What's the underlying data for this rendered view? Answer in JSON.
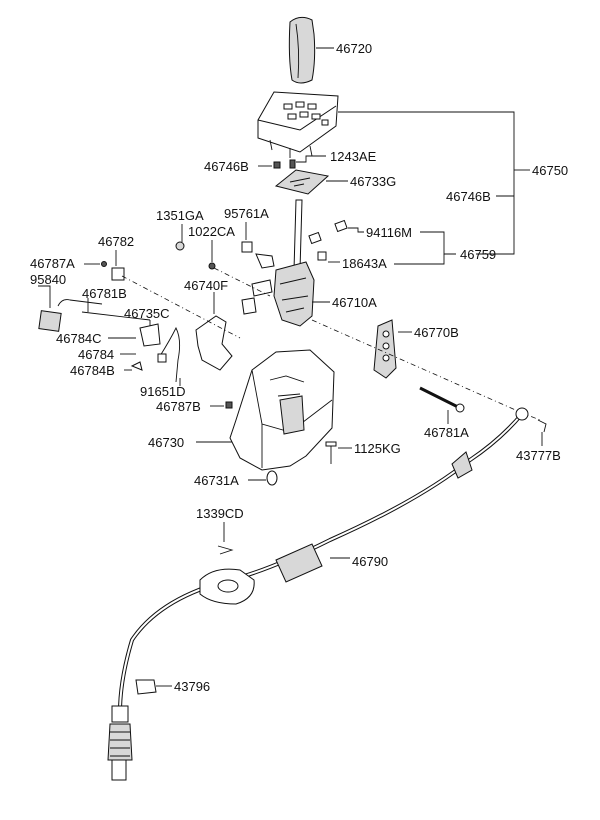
{
  "labels": {
    "l46720": "46720",
    "l46746B_a": "46746B",
    "l1243AE": "1243AE",
    "l46733G": "46733G",
    "l46750": "46750",
    "l46746B_b": "46746B",
    "l1351GA": "1351GA",
    "l95761A": "95761A",
    "l1022CA": "1022CA",
    "l94116M": "94116M",
    "l46782": "46782",
    "l46759": "46759",
    "l18643A": "18643A",
    "l46787A": "46787A",
    "l95840": "95840",
    "l46740F": "46740F",
    "l46781B": "46781B",
    "l46710A": "46710A",
    "l46735C": "46735C",
    "l46770B": "46770B",
    "l46784C": "46784C",
    "l46784": "46784",
    "l46784B": "46784B",
    "l91651D": "91651D",
    "l46787B": "46787B",
    "l46781A": "46781A",
    "l46730": "46730",
    "l1125KG": "1125KG",
    "l43777B": "43777B",
    "l46731A": "46731A",
    "l1339CD": "1339CD",
    "l46790": "46790",
    "l43796": "43796"
  }
}
